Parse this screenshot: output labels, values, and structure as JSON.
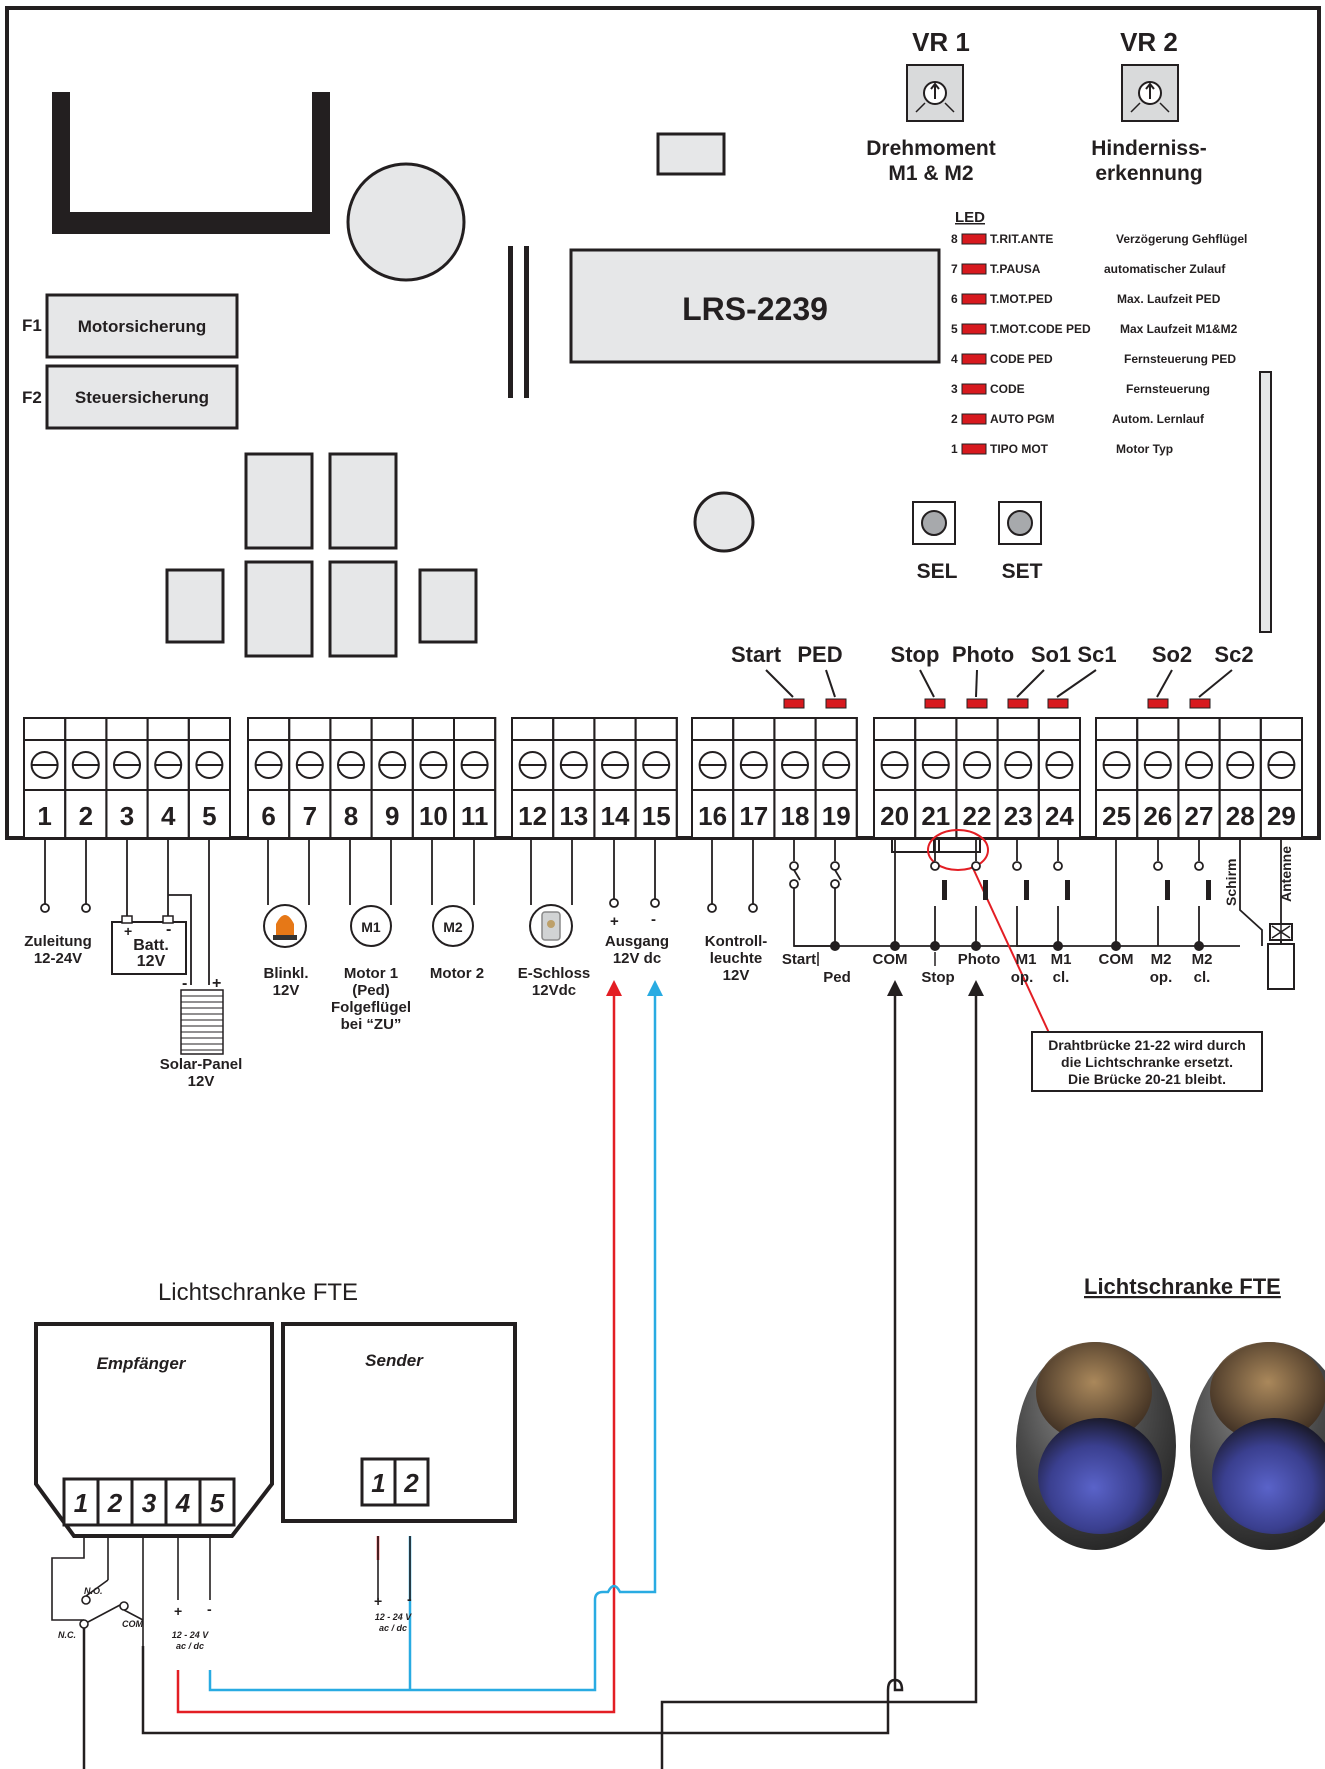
{
  "board": {
    "model": "LRS-2239",
    "vr1": {
      "title": "VR 1",
      "line1": "Drehmoment",
      "line2": "M1 & M2"
    },
    "vr2": {
      "title": "VR 2",
      "line1": "Hinderniss-",
      "line2": "erkennung"
    },
    "fuses": [
      {
        "id": "F1",
        "label": "Motorsicherung"
      },
      {
        "id": "F2",
        "label": "Steuersicherung"
      }
    ],
    "led_heading": "LED",
    "leds": [
      {
        "num": "8",
        "code": "T.RIT.ANTE",
        "desc": "Verzögerung Gehflügel"
      },
      {
        "num": "7",
        "code": "T.PAUSA",
        "desc": "automatischer Zulauf"
      },
      {
        "num": "6",
        "code": "T.MOT.PED",
        "desc": "Max. Laufzeit PED"
      },
      {
        "num": "5",
        "code": "T.MOT.CODE PED",
        "desc": "Max Laufzeit M1&M2"
      },
      {
        "num": "4",
        "code": "CODE PED",
        "desc": "Fernsteuerung PED"
      },
      {
        "num": "3",
        "code": "CODE",
        "desc": "Fernsteuerung"
      },
      {
        "num": "2",
        "code": "AUTO PGM",
        "desc": "Autom. Lernlauf"
      },
      {
        "num": "1",
        "code": "TIPO MOT",
        "desc": "Motor Typ"
      }
    ],
    "buttons": {
      "sel": "SEL",
      "set": "SET"
    },
    "input_leds": {
      "start": "Start",
      "ped": "PED",
      "stop": "Stop",
      "photo": "Photo",
      "so1": "So1",
      "sc1": "Sc1",
      "so2": "So2",
      "sc2": "Sc2"
    },
    "terminals": [
      "1",
      "2",
      "3",
      "4",
      "5",
      "6",
      "7",
      "8",
      "9",
      "10",
      "11",
      "12",
      "13",
      "14",
      "15",
      "16",
      "17",
      "18",
      "19",
      "20",
      "21",
      "22",
      "23",
      "24",
      "25",
      "26",
      "27",
      "28",
      "29"
    ]
  },
  "wiring": {
    "supply": {
      "l1": "Zuleitung",
      "l2": "12-24V"
    },
    "battery": {
      "l1": "Batt.",
      "l2": "12V",
      "plus": "+",
      "minus": "-"
    },
    "solar": {
      "l1": "Solar-Panel",
      "l2": "12V",
      "plus": "+",
      "minus": "-"
    },
    "lamp": {
      "l1": "Blinkl.",
      "l2": "12V"
    },
    "motor1": {
      "symbol": "M1",
      "l1": "Motor 1",
      "l2": "(Ped)",
      "l3": "Folgeflügel",
      "l4": "bei “ZU”"
    },
    "motor2": {
      "symbol": "M2",
      "l1": "Motor 2"
    },
    "lock": {
      "l1": "E-Schloss",
      "l2": "12Vdc"
    },
    "output": {
      "l1": "Ausgang",
      "l2": "12V dc",
      "plus": "+",
      "minus": "-"
    },
    "indicator": {
      "l1": "Kontroll-",
      "l2": "leuchte",
      "l3": "12V"
    },
    "start": "Start",
    "ped": "Ped",
    "com": "COM",
    "stop": "Stop",
    "photo": "Photo",
    "m1op": {
      "l1": "M1",
      "l2": "op."
    },
    "m1cl": {
      "l1": "M1",
      "l2": "cl."
    },
    "com2": "COM",
    "m2op": {
      "l1": "M2",
      "l2": "op."
    },
    "m2cl": {
      "l1": "M2",
      "l2": "cl."
    },
    "schirm": "Schirm",
    "antenne": "Antenne",
    "note": [
      "Drahtbrücke 21-22 wird durch",
      "die Lichtschranke ersetzt.",
      "Die Brücke 20-21 bleibt."
    ]
  },
  "photocell": {
    "title_left": "Lichtschranke FTE",
    "title_right": "Lichtschranke FTE",
    "receiver": {
      "label": "Empfänger",
      "terminals": [
        "1",
        "2",
        "3",
        "4",
        "5"
      ]
    },
    "sender": {
      "label": "Sender",
      "terminals": [
        "1",
        "2"
      ]
    },
    "no": "N.O.",
    "nc": "N.C.",
    "com": "COM",
    "supply_l1": "12 - 24 V",
    "supply_l2": "ac / dc",
    "plus": "+",
    "minus": "-"
  },
  "colors": {
    "line": "#231f20",
    "box": "#e6e7e8",
    "led": "#d7191e",
    "red_wire": "#e31e24",
    "blue_wire": "#29abe2"
  }
}
